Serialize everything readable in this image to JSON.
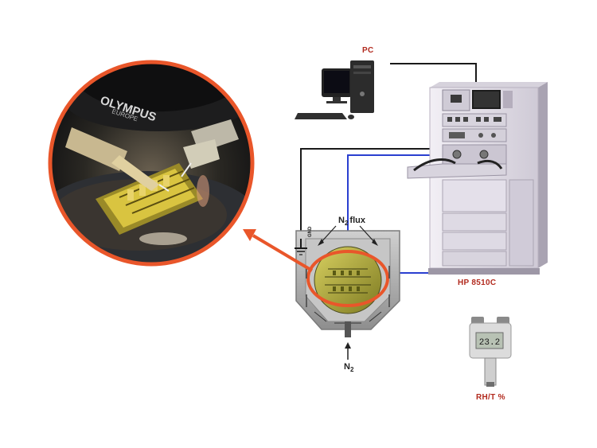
{
  "labels": {
    "pc": "PC",
    "analyzer": "HP 8510C",
    "sensor": "RH/T %",
    "n2_flux": "N",
    "n2_flux_sub": "2",
    "n2_flux_suffix": "flux",
    "n2_inlet": "N",
    "n2_inlet_sub": "2",
    "gnd": "GND"
  },
  "microscope_brand": "OLYMPUS",
  "microscope_brand_sub": "EUROPE",
  "sensor_display": "23.2",
  "colors": {
    "cable_blue": "#2a3fd0",
    "cable_black": "#1a1a1a",
    "highlight_orange": "#e9562a",
    "label_red": "#b22a1e",
    "chamber_gray": "#9a9a9a",
    "rack_gray": "#e6e3ea"
  }
}
